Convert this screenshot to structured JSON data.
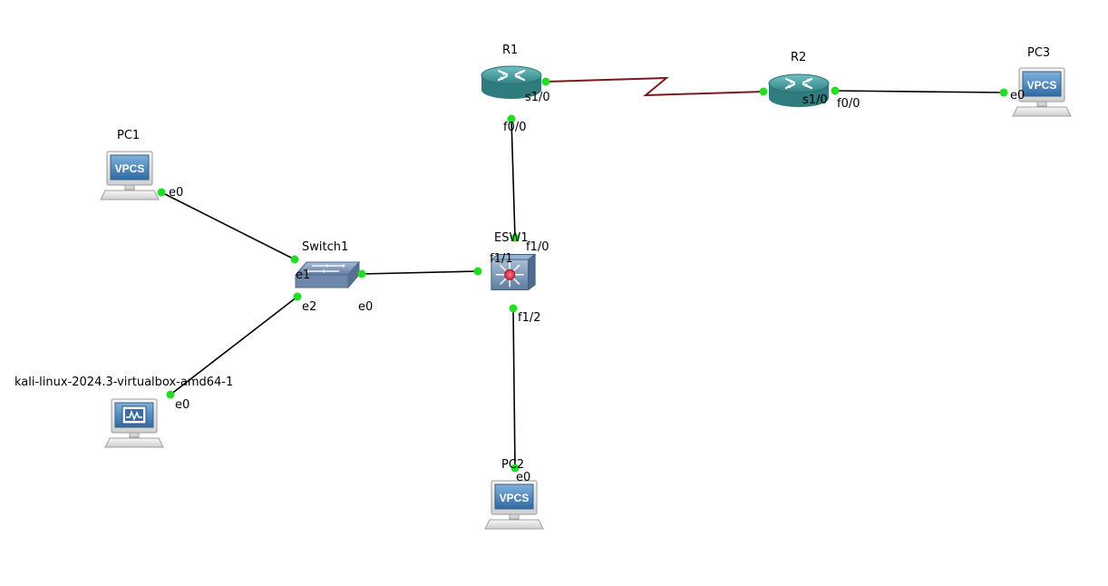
{
  "colors": {
    "ethernet_link": "#000000",
    "serial_link": "#7a1a1a",
    "port_up": "#22dd22",
    "router_body": "#3f9a9c",
    "vpcs_screen": "#4a84b8",
    "switch_body": "#7d98b8",
    "background": "#ffffff"
  },
  "nodes": {
    "r1": {
      "name": "R1",
      "type": "router",
      "icon": "router-icon"
    },
    "r2": {
      "name": "R2",
      "type": "router",
      "icon": "router-icon"
    },
    "pc1": {
      "name": "PC1",
      "type": "vpcs",
      "icon": "vpcs-icon",
      "screen_text": "VPCS"
    },
    "pc2": {
      "name": "PC2",
      "type": "vpcs",
      "icon": "vpcs-icon",
      "screen_text": "VPCS"
    },
    "pc3": {
      "name": "PC3",
      "type": "vpcs",
      "icon": "vpcs-icon",
      "screen_text": "VPCS"
    },
    "switch1": {
      "name": "Switch1",
      "type": "ethernet-switch",
      "icon": "switch-icon"
    },
    "esw1": {
      "name": "ESW1",
      "type": "etherswitch-router",
      "icon": "multilayer-switch-icon"
    },
    "kali": {
      "name": "kali-linux-2024.3-virtualbox-amd64-1",
      "type": "vm",
      "icon": "virtualbox-vm-icon"
    }
  },
  "links": [
    {
      "id": "r1-r2",
      "kind": "serial",
      "a": "R1",
      "a_port": "s1/0",
      "b": "R2",
      "b_port": "s1/0"
    },
    {
      "id": "r2-pc3",
      "kind": "ethernet",
      "a": "R2",
      "a_port": "f0/0",
      "b": "PC3",
      "b_port": "e0"
    },
    {
      "id": "r1-esw1",
      "kind": "ethernet",
      "a": "R1",
      "a_port": "f0/0",
      "b": "ESW1",
      "b_port": "f1/0"
    },
    {
      "id": "pc1-sw1",
      "kind": "ethernet",
      "a": "PC1",
      "a_port": "e0",
      "b": "Switch1",
      "b_port": "e1"
    },
    {
      "id": "sw1-esw1",
      "kind": "ethernet",
      "a": "Switch1",
      "a_port": "e0",
      "b": "ESW1",
      "b_port": "f1/1"
    },
    {
      "id": "kali-sw1",
      "kind": "ethernet",
      "a": "kali-linux-2024.3-virtualbox-amd64-1",
      "a_port": "e0",
      "b": "Switch1",
      "b_port": "e2"
    },
    {
      "id": "esw1-pc2",
      "kind": "ethernet",
      "a": "ESW1",
      "a_port": "f1/2",
      "b": "PC2",
      "b_port": "e0"
    }
  ]
}
